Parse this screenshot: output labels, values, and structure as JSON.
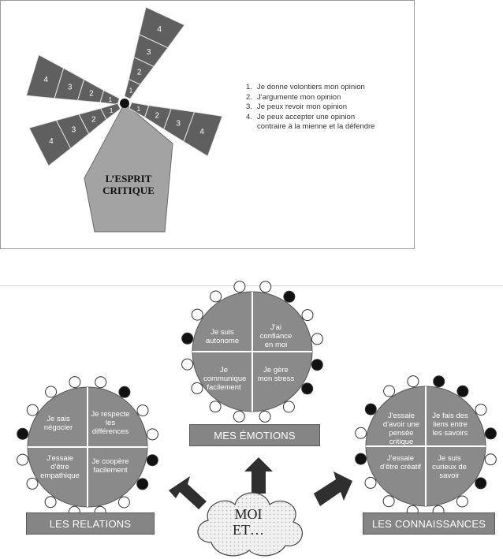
{
  "windmill": {
    "title_line1": "L’ESPRIT",
    "title_line2": "CRITIQUE",
    "blade_labels": [
      "1",
      "2",
      "3",
      "4"
    ],
    "legend": [
      {
        "num": "1.",
        "text": "Je donne volontiers mon opinion"
      },
      {
        "num": "2.",
        "text": "J'argumente mon opinion"
      },
      {
        "num": "3.",
        "text": "Je peux revoir mon opinion"
      },
      {
        "num": "4.",
        "text": "Je peux accepter une opinion contraire à la mienne et la défendre"
      }
    ]
  },
  "emotions": {
    "label": "MES ÉMOTIONS",
    "quadrants": [
      "Je suis autonome",
      "J'ai confiance en moi",
      "Je communique facilement",
      "Je gère mon stress"
    ]
  },
  "relations": {
    "label": "LES RELATIONS",
    "quadrants": [
      "Je sais négocier",
      "Je respecte les différences",
      "J'essaie d'être empathique",
      "Je coopère facilement"
    ]
  },
  "connaissances": {
    "label": "LES CONNAISSANCES",
    "quadrants": [
      "J'essaie d'avoir une pensée critique",
      "Je fais des liens entre les savoirs",
      "J'essaie d'être créatif",
      "Je suis curieux de savoir"
    ]
  },
  "center": {
    "line1": "MOI",
    "line2": "ET…"
  },
  "colors": {
    "blade": "#5f5f5f",
    "tower": "#a3a3a3",
    "circle": "#8a8a8a",
    "label_box": "#858585"
  }
}
